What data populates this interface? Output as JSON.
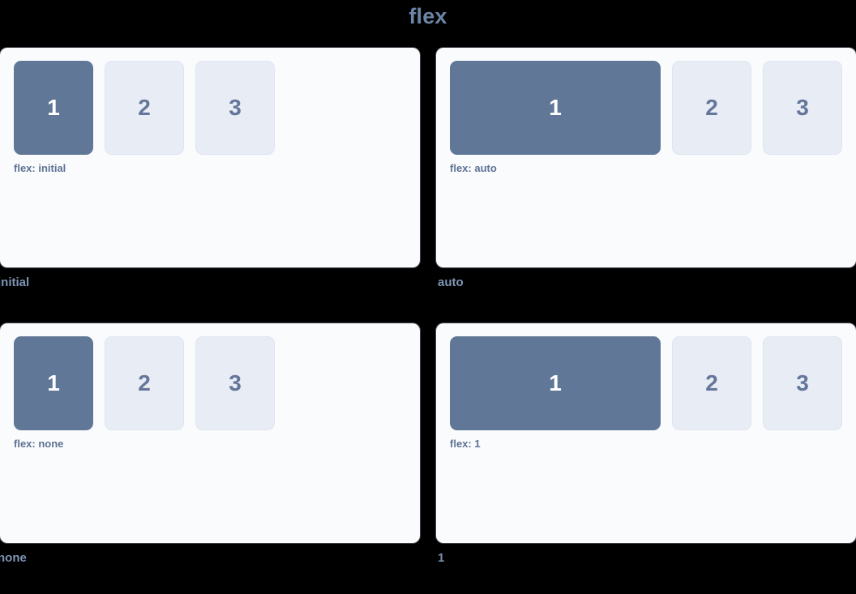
{
  "title": "flex",
  "panels": [
    {
      "caption": "initial",
      "note": "flex: initial",
      "mode": "mode-initial",
      "boxes": [
        {
          "label": "1",
          "style": "primary"
        },
        {
          "label": "2",
          "style": "muted"
        },
        {
          "label": "3",
          "style": "muted"
        }
      ]
    },
    {
      "caption": "auto",
      "note": "flex: auto",
      "mode": "mode-auto",
      "boxes": [
        {
          "label": "1",
          "style": "primary"
        },
        {
          "label": "2",
          "style": "muted"
        },
        {
          "label": "3",
          "style": "muted"
        }
      ]
    },
    {
      "caption": "none",
      "note": "flex: none",
      "mode": "mode-none",
      "boxes": [
        {
          "label": "1",
          "style": "primary"
        },
        {
          "label": "2",
          "style": "muted"
        },
        {
          "label": "3",
          "style": "muted"
        }
      ]
    },
    {
      "caption": "1",
      "note": "flex: 1",
      "mode": "mode-one",
      "boxes": [
        {
          "label": "1",
          "style": "primary"
        },
        {
          "label": "2",
          "style": "muted"
        },
        {
          "label": "3",
          "style": "muted"
        }
      ]
    }
  ],
  "colors": {
    "background": "#000000",
    "title": "#6c86a8",
    "panel_bg": "#fafbfd",
    "primary_box": "#607797",
    "muted_box": "#e8ecf5",
    "muted_text": "#64769a",
    "note_text": "#5d7393",
    "caption_text": "#7e95b6"
  }
}
